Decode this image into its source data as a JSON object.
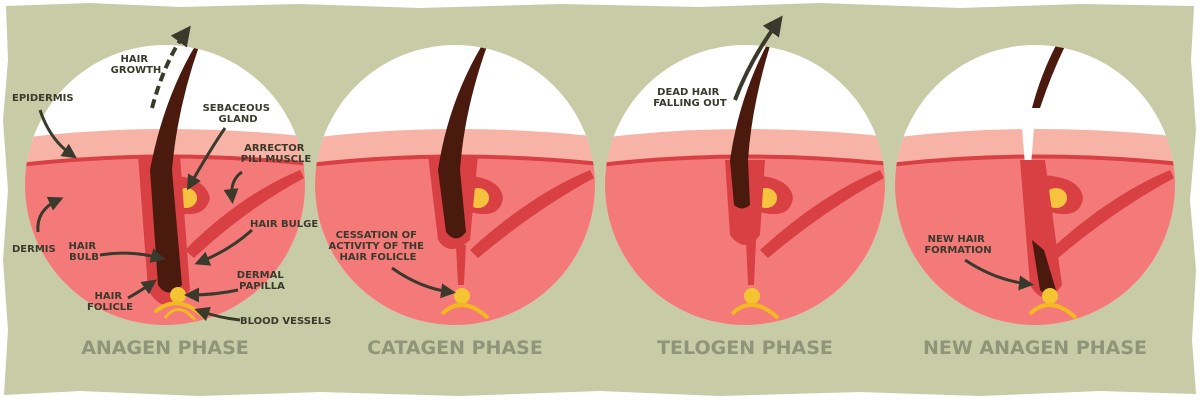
{
  "colors": {
    "background": "#c7cba6",
    "sky": "#ffffff",
    "epidermis": "#f6b3a6",
    "dermis": "#f47a7a",
    "tissue": "#d84044",
    "hair": "#4a1a0e",
    "papilla": "#f4c431",
    "vessels": "#f4b820",
    "gland": "#f7c23e",
    "text": "#3a3a2c",
    "phase_text": "#8f9578"
  },
  "anagen": {
    "title": "ANAGEN PHASE",
    "labels": {
      "hair_growth": [
        "HAIR",
        "GROWTH"
      ],
      "epidermis": [
        "EPIDERMIS"
      ],
      "sebaceous_gland": [
        "SEBACEOUS",
        "GLAND"
      ],
      "arrector_pili_muscle": [
        "ARRECTOR",
        "PILI MUSCLE"
      ],
      "hair_bulge": [
        "HAIR BULGE"
      ],
      "dermis": [
        "DERMIS"
      ],
      "hair_bulb": [
        "HAIR",
        "BULB"
      ],
      "dermal_papilla": [
        "DERMAL",
        "PAPILLA"
      ],
      "hair_folicle": [
        "HAIR",
        "FOLICLE"
      ],
      "blood_vessels": [
        "BLOOD VESSELS"
      ]
    }
  },
  "catagen": {
    "title": "CATAGEN PHASE",
    "labels": {
      "cessation": [
        "CESSATION OF",
        "ACTIVITY OF THE",
        "HAIR FOLICLE"
      ]
    }
  },
  "telogen": {
    "title": "TELOGEN PHASE",
    "labels": {
      "dead_hair": [
        "DEAD HAIR",
        "FALLING OUT"
      ]
    }
  },
  "new_anagen": {
    "title": "NEW ANAGEN PHASE",
    "labels": {
      "new_hair": [
        "NEW HAIR",
        "FORMATION"
      ]
    }
  }
}
